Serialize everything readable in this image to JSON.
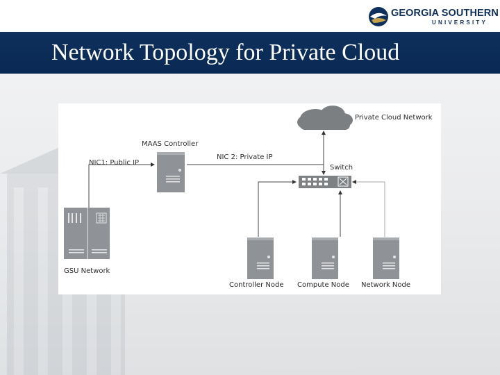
{
  "header": {
    "logo_line1": "GEORGIA SOUTHERN",
    "logo_line2": "UNIVERSITY",
    "title": "Network Topology for Private Cloud"
  },
  "diagram": {
    "labels": {
      "cloud": "Private Cloud Network",
      "maas": "MAAS Controller",
      "nic1": "NIC1: Public IP",
      "nic2": "NIC 2: Private IP",
      "switch": "Switch",
      "gsu": "GSU Network",
      "controller": "Controller Node",
      "compute": "Compute Node",
      "network": "Network Node"
    }
  },
  "colors": {
    "brand_navy": "#0f2f5c",
    "server_gray": "#8a8d90",
    "server_light": "#aeb1b4",
    "cloud_gray": "#7c7f82"
  },
  "icons": [
    "cloud-icon",
    "server-icon",
    "switch-icon",
    "rack-server-icon",
    "logo-mark-icon"
  ]
}
